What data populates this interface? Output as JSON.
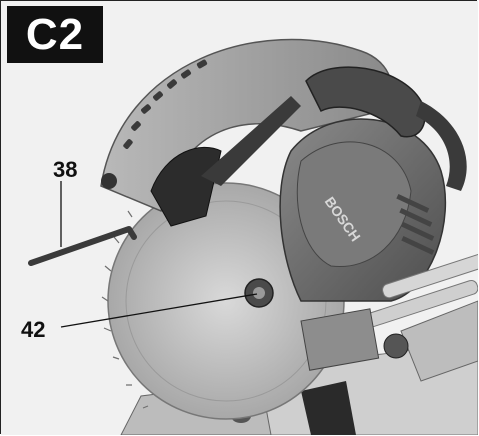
{
  "figure": {
    "badge": "C2",
    "callouts": [
      "38",
      "42"
    ],
    "brand_mark": "BOSCH"
  }
}
